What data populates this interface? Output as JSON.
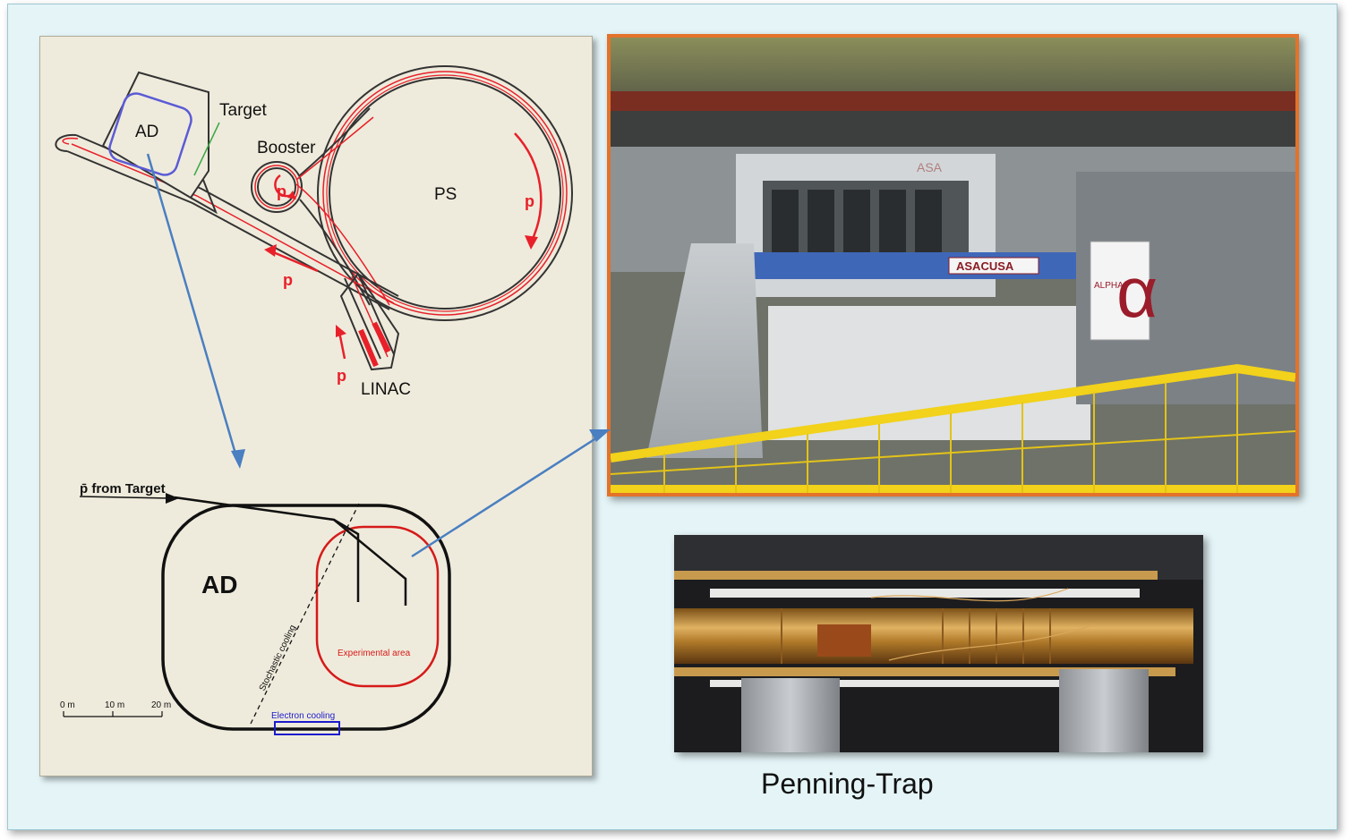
{
  "accelerator": {
    "ad_label": "AD",
    "target_label": "Target",
    "booster_label": "Booster",
    "ps_label": "PS",
    "linac_label": "LINAC",
    "proton_symbol": "p"
  },
  "ad_ring": {
    "ad_label": "AD",
    "pbar_from_target": "p̄ from Target",
    "stochastic_cooling": "Stochastic cooling",
    "experimental_area": "Experimental area",
    "electron_cooling": "Electron cooling",
    "scale_ticks": [
      "0 m",
      "10 m",
      "20 m"
    ]
  },
  "photo_hall": {
    "sign_asacusa": "ASACUSA",
    "sign_asa_top": "ASA",
    "sign_alpha": "ALPHA",
    "alpha_symbol": "α"
  },
  "caption": "Penning-Trap",
  "colors": {
    "background": "#e4f4f7",
    "panel": "#efebdc",
    "photo_border": "#e3722b",
    "arrow": "#4a7fc1",
    "beam_red": "#e8202a",
    "ad_blue": "#5b5bd6",
    "target_green": "#3aa845",
    "railing_yellow": "#f2d21a"
  }
}
